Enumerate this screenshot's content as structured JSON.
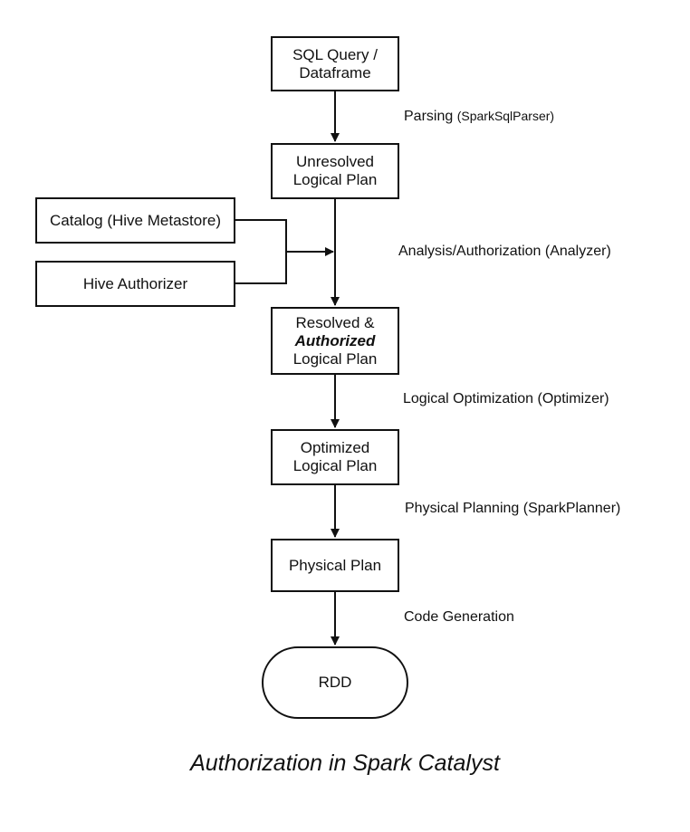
{
  "nodes": {
    "sql_query": {
      "line1": "SQL Query /",
      "line2": "Dataframe"
    },
    "unresolved": {
      "line1": "Unresolved",
      "line2": "Logical Plan"
    },
    "catalog": {
      "label": "Catalog (Hive Metastore)"
    },
    "hive_authorizer": {
      "label": "Hive Authorizer"
    },
    "resolved": {
      "line1": "Resolved &",
      "line2": "Authorized",
      "line3": "Logical Plan"
    },
    "optimized": {
      "line1": "Optimized",
      "line2": "Logical Plan"
    },
    "physical": {
      "label": "Physical Plan"
    },
    "rdd": {
      "label": "RDD"
    }
  },
  "edges": {
    "parsing": {
      "text": "Parsing",
      "detail": "(SparkSqlParser)"
    },
    "analysis": {
      "text": "Analysis/Authorization (Analyzer)"
    },
    "optimization": {
      "text": "Logical Optimization (Optimizer)"
    },
    "planning": {
      "text": "Physical Planning (SparkPlanner)"
    },
    "codegen": {
      "text": "Code Generation"
    }
  },
  "caption": "Authorization in Spark Catalyst"
}
